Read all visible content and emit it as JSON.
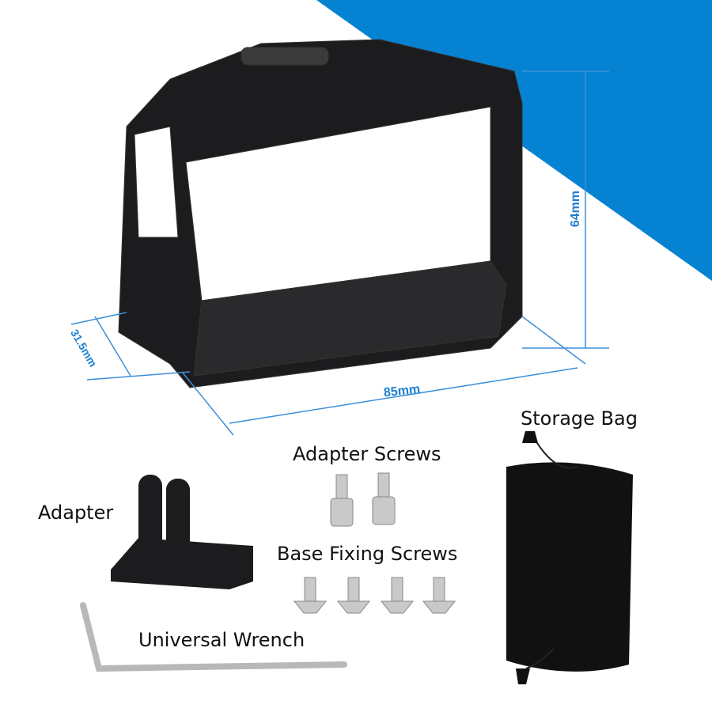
{
  "dimensions": {
    "height": "64mm",
    "width": "85mm",
    "depth": "31.5mm"
  },
  "labels": {
    "storage_bag": "Storage Bag",
    "adapter_screws": "Adapter Screws",
    "adapter": "Adapter",
    "base_fixing_screws": "Base Fixing Screws",
    "universal_wrench": "Universal Wrench"
  },
  "colors": {
    "accent_blue": "#0682d2",
    "dimension_blue": "#1e7fd0"
  }
}
